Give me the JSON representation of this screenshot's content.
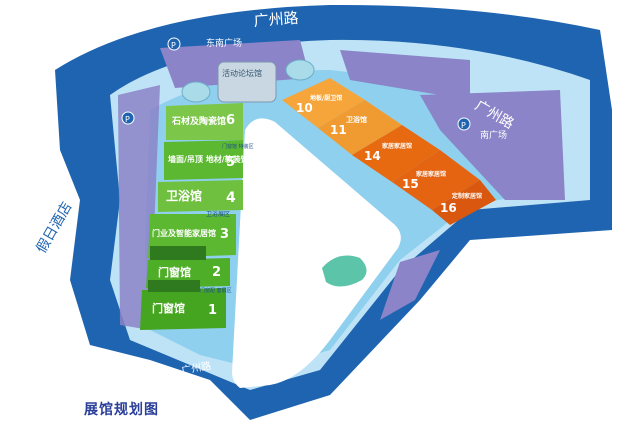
{
  "map_title": "展馆规划图",
  "roads": {
    "guangzhou_road_top": "广州路",
    "guangzhou_road_right": "广州路",
    "bottom_road": "广州路"
  },
  "places": {
    "hotel": "假日酒店",
    "east_square": "东南广场",
    "south_square": "南广场",
    "activity_forum": "活动论坛馆"
  },
  "halls": [
    {
      "num": "1",
      "name": "门窗馆",
      "hall_word": "馆"
    },
    {
      "num": "2",
      "name": "门窗馆",
      "hall_word": "馆"
    },
    {
      "num": "3",
      "name": "门业及智能家居馆",
      "hall_word": "馆"
    },
    {
      "num": "4",
      "name": "卫浴馆",
      "hall_word": "馆"
    },
    {
      "num": "5",
      "name": "墙面/吊顶 地材/软装馆",
      "hall_word": "馆"
    },
    {
      "num": "6",
      "name": "石材及陶瓷馆",
      "hall_word": "馆"
    },
    {
      "num": "10",
      "name": "地板/厨卫馆",
      "hall_word": "馆"
    },
    {
      "num": "11",
      "name": "卫浴馆",
      "hall_word": "馆"
    },
    {
      "num": "14",
      "name": "家居家居馆",
      "hall_word": "馆"
    },
    {
      "num": "15",
      "name": "家居家居馆",
      "hall_word": "馆"
    },
    {
      "num": "16",
      "name": "定制家居馆",
      "hall_word": "馆"
    }
  ],
  "zone_notes": {
    "between_5_6": "门窗馆 特装区",
    "between_3_4": "卫浴展区",
    "between_1_2": "门窗配 套展区"
  },
  "colors": {
    "water": "#1f64b0",
    "road_light": "#bfe3f6",
    "site_light": "#8fd0ef",
    "green_hall": "#5cb830",
    "green_hall_dark": "#2f7a1e",
    "orange_hall": "#e86a10",
    "orange_hall_light": "#f5a53a",
    "purple_area": "#8b84c8",
    "pond": "#5cc4a8"
  },
  "icons": [
    "parking-icon"
  ]
}
